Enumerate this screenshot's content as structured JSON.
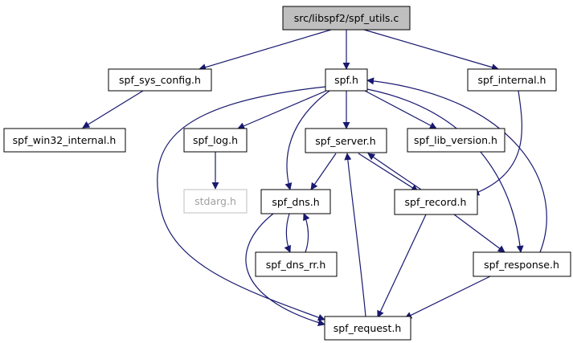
{
  "diagram": {
    "colors": {
      "edge": "#191970",
      "node_border": "#000000",
      "node_fill": "#ffffff",
      "root_fill": "#bfbfbf",
      "external_border": "#bfbfbf",
      "external_text": "#a0a0a0"
    },
    "nodes": {
      "spf_utils_c": "src/libspf2/spf_utils.c",
      "spf_sys_config_h": "spf_sys_config.h",
      "spf_h": "spf.h",
      "spf_internal_h": "spf_internal.h",
      "spf_win32_internal_h": "spf_win32_internal.h",
      "spf_log_h": "spf_log.h",
      "spf_server_h": "spf_server.h",
      "spf_lib_version_h": "spf_lib_version.h",
      "stdarg_h": "stdarg.h",
      "spf_dns_h": "spf_dns.h",
      "spf_record_h": "spf_record.h",
      "spf_dns_rr_h": "spf_dns_rr.h",
      "spf_response_h": "spf_response.h",
      "spf_request_h": "spf_request.h"
    },
    "edges": [
      [
        "spf_utils_c",
        "spf_sys_config_h"
      ],
      [
        "spf_utils_c",
        "spf_h"
      ],
      [
        "spf_utils_c",
        "spf_internal_h"
      ],
      [
        "spf_sys_config_h",
        "spf_win32_internal_h"
      ],
      [
        "spf_h",
        "spf_log_h"
      ],
      [
        "spf_h",
        "spf_server_h"
      ],
      [
        "spf_h",
        "spf_lib_version_h"
      ],
      [
        "spf_h",
        "spf_dns_h"
      ],
      [
        "spf_h",
        "spf_request_h"
      ],
      [
        "spf_h",
        "spf_response_h"
      ],
      [
        "spf_log_h",
        "stdarg_h"
      ],
      [
        "spf_server_h",
        "spf_dns_h"
      ],
      [
        "spf_server_h",
        "spf_record_h"
      ],
      [
        "spf_record_h",
        "spf_server_h"
      ],
      [
        "spf_record_h",
        "spf_response_h"
      ],
      [
        "spf_record_h",
        "spf_request_h"
      ],
      [
        "spf_internal_h",
        "spf_record_h"
      ],
      [
        "spf_response_h",
        "spf_h"
      ],
      [
        "spf_response_h",
        "spf_request_h"
      ],
      [
        "spf_request_h",
        "spf_server_h"
      ],
      [
        "spf_dns_h",
        "spf_dns_rr_h"
      ],
      [
        "spf_dns_rr_h",
        "spf_dns_h"
      ],
      [
        "spf_dns_h",
        "spf_request_h"
      ]
    ]
  }
}
